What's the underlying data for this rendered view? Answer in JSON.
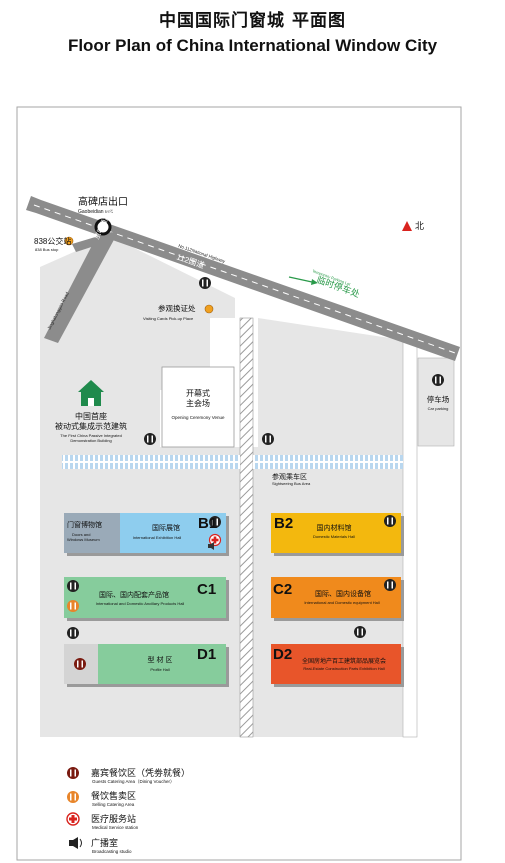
{
  "title_cn": "中国国际门窗城 平面图",
  "title_en": "Floor Plan of China International Window City",
  "colors": {
    "ground": "#e6e6e6",
    "road": "#8c8c8c",
    "b1": "#8ecdee",
    "b2": "#f3b80e",
    "c1": "#86cc9c",
    "c2": "#f08a1c",
    "d1": "#86cc9c",
    "d2": "#e8552a",
    "green_house": "#1f8a4c",
    "north_arrow": "#d9231e"
  },
  "map": {
    "exit_cn": "高碑店出口",
    "exit_en": "Gaobeidian exit",
    "bus_stop_cn": "838公交站",
    "bus_stop_en": "838 Bus stop",
    "north_label": "北",
    "highway_en": "No.112National Highway",
    "highway_cn": "112国道",
    "road_cn": "京哈通高路",
    "road_en": "Jinghatonggao Road",
    "temp_parking_en": "Temporary Parking Lot",
    "temp_parking_cn": "临时停车处",
    "pickup_cn": "参观换证处",
    "pickup_en": "Visiting Cards Pick-up Place",
    "venue_cn_1": "开幕式",
    "venue_cn_2": "主会场",
    "venue_en": "Opening Ceremony Venue",
    "passive_cn_1": "中国首座",
    "passive_cn_2": "被动式集成示范建筑",
    "passive_en_1": "The First China Passive Integrated",
    "passive_en_2": "Demonstration Building",
    "parking_cn": "停车场",
    "parking_en": "Car parking",
    "bus_area_cn": "参观乘车区",
    "bus_area_en": "Sightseeing Bus Area"
  },
  "halls": {
    "b1": {
      "code": "B1",
      "museum_cn": "门窗博物馆",
      "museum_en_1": "Doors and",
      "museum_en_2": "Windows Museum",
      "name_cn": "国际展馆",
      "name_en": "International Exhibition Hall"
    },
    "b2": {
      "code": "B2",
      "name_cn": "国内材料馆",
      "name_en": "Domestic Materials Hall"
    },
    "c1": {
      "code": "C1",
      "name_cn": "国际、国内配套产品馆",
      "name_en": "International and Domestic Ancillary Products Hall"
    },
    "c2": {
      "code": "C2",
      "name_cn": "国际、国内设备馆",
      "name_en": "International and Domestic equipment Hall"
    },
    "d1": {
      "code": "D1",
      "name_cn": "型 材 区",
      "name_en": "Profile Hall"
    },
    "d2": {
      "code": "D2",
      "name_cn": "全国房地产百工建筑部品展览会",
      "name_en": "Real-Estate Construction Parts Exhibition Hall"
    }
  },
  "legend": [
    {
      "icon": "vip-dining-icon",
      "cn": "嘉宾餐饮区（凭劵就餐）",
      "en": "Guests Catering Area（Dining Voucher）"
    },
    {
      "icon": "catering-icon",
      "cn": "餐饮售卖区",
      "en": "Selling Catering Area"
    },
    {
      "icon": "medical-icon",
      "cn": "医疗服务站",
      "en": "Medical Service station"
    },
    {
      "icon": "broadcast-icon",
      "cn": "广播室",
      "en": "Broadcasting studio"
    }
  ]
}
